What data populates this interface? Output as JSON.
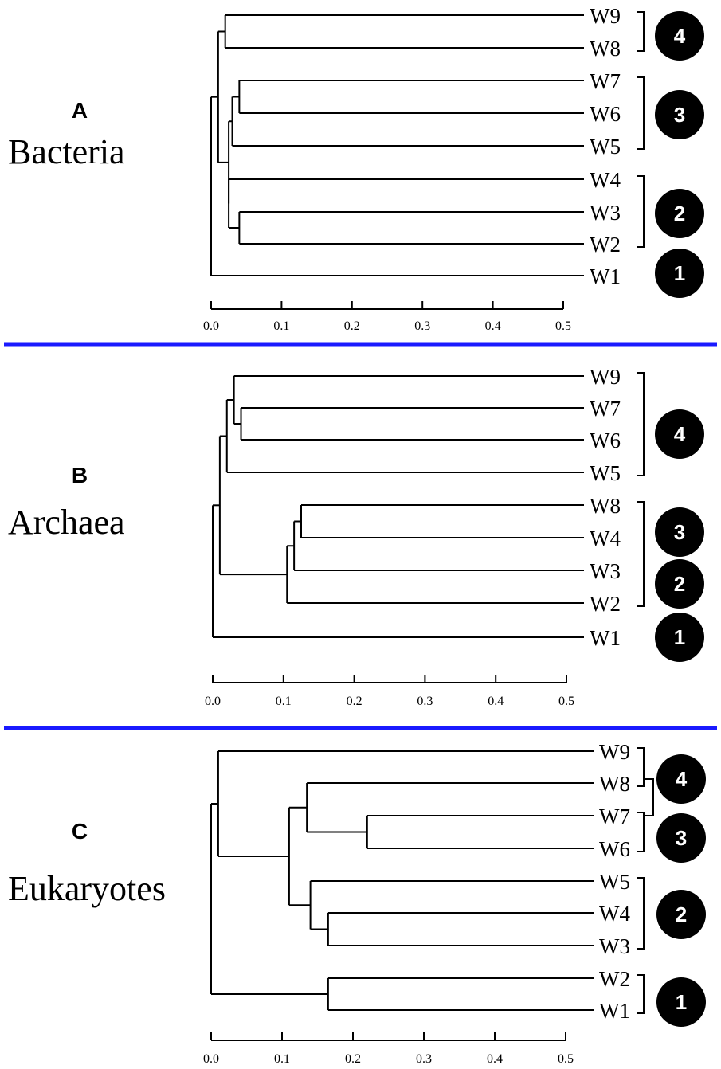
{
  "colors": {
    "line": "#000000",
    "separator": "#1a1aff",
    "badge": "#000000",
    "badge_text": "#ffffff"
  },
  "panels": [
    {
      "letter": "A",
      "title": "Bacteria",
      "leaves": [
        "W9",
        "W8",
        "W7",
        "W6",
        "W5",
        "W4",
        "W3",
        "W2",
        "W1"
      ],
      "clusters": [
        "4",
        "3",
        "2",
        "1"
      ],
      "axis": {
        "min": 0,
        "max": 0.5,
        "ticks": [
          "0.0",
          "0.1",
          "0.2",
          "0.3",
          "0.4",
          "0.5"
        ]
      },
      "merges": [
        {
          "a": "W9",
          "b": "W8",
          "h": 0.02
        },
        {
          "a": "W7",
          "b": "W6",
          "h": 0.04
        },
        {
          "a": "W3",
          "b": "W2",
          "h": 0.04
        },
        {
          "a": "W7,W6",
          "b": "W5",
          "h": 0.03
        },
        {
          "a": "W4",
          "b": "W3,W2",
          "h": 0.025
        },
        {
          "a": "W7,W6,W5",
          "b": "W4,W3,W2",
          "h": 0.025
        },
        {
          "a": "W9,W8",
          "b": "W7,W6,W5,W4,W3,W2",
          "h": 0.01
        },
        {
          "a": "W9,W8,W7,W6,W5,W4,W3,W2",
          "b": "W1",
          "h": 0.0
        }
      ]
    },
    {
      "letter": "B",
      "title": "Archaea",
      "leaves": [
        "W9",
        "W7",
        "W6",
        "W5",
        "W8",
        "W4",
        "W3",
        "W2",
        "W1"
      ],
      "clusters": [
        "4",
        "3",
        "2",
        "1"
      ],
      "axis": {
        "min": 0,
        "max": 0.5,
        "ticks": [
          "0.0",
          "0.1",
          "0.2",
          "0.3",
          "0.4",
          "0.5"
        ]
      },
      "merges": [
        {
          "a": "W7",
          "b": "W6",
          "h": 0.04
        },
        {
          "a": "W9",
          "b": "W7,W6",
          "h": 0.03
        },
        {
          "a": "W9,W7,W6",
          "b": "W5",
          "h": 0.02
        },
        {
          "a": "W8",
          "b": "W4",
          "h": 0.125
        },
        {
          "a": "W8,W4",
          "b": "W3",
          "h": 0.115
        },
        {
          "a": "W8,W4,W3",
          "b": "W2",
          "h": 0.105
        },
        {
          "a": "W9,W7,W6,W5",
          "b": "W8,W4,W3,W2",
          "h": 0.01
        },
        {
          "a": "W9,W7,W6,W5,W8,W4,W3,W2",
          "b": "W1",
          "h": 0.0
        }
      ]
    },
    {
      "letter": "C",
      "title": "Eukaryotes",
      "leaves": [
        "W9",
        "W8",
        "W7",
        "W6",
        "W5",
        "W4",
        "W3",
        "W2",
        "W1"
      ],
      "clusters": [
        "4",
        "3",
        "2",
        "1"
      ],
      "axis": {
        "min": 0,
        "max": 0.5,
        "ticks": [
          "0.0",
          "0.1",
          "0.2",
          "0.3",
          "0.4",
          "0.5"
        ]
      },
      "merges": [
        {
          "a": "W7",
          "b": "W6",
          "h": 0.22
        },
        {
          "a": "W8",
          "b": "W7,W6",
          "h": 0.135
        },
        {
          "a": "W4",
          "b": "W3",
          "h": 0.165
        },
        {
          "a": "W5",
          "b": "W4,W3",
          "h": 0.14
        },
        {
          "a": "W8,W7,W6",
          "b": "W5,W4,W3",
          "h": 0.11
        },
        {
          "a": "W9",
          "b": "W8,W7,W6,W5,W4,W3",
          "h": 0.01
        },
        {
          "a": "W2",
          "b": "W1",
          "h": 0.165
        },
        {
          "a": "W9,W8,W7,W6,W5,W4,W3",
          "b": "W2,W1",
          "h": 0.0
        }
      ]
    }
  ]
}
